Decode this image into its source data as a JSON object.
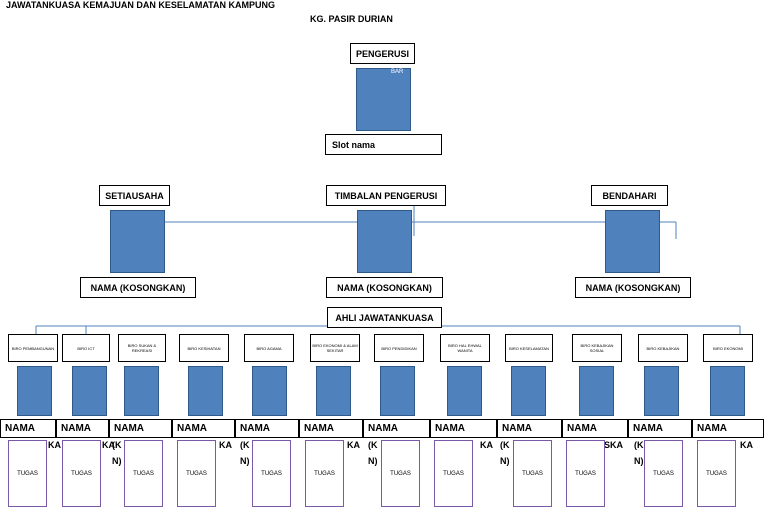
{
  "header": {
    "title": "JAWATANKUASA KEMAJUAN DAN KESELAMATAN KAMPUNG",
    "subtitle": "KG. PASIR DURIAN"
  },
  "top": {
    "pengerusi": "PENGERUSI",
    "bar_text": "BAR",
    "slot_nama": "Slot nama"
  },
  "officers": [
    {
      "role": "SETIAUSAHA",
      "name": "NAMA (KOSONGKAN)"
    },
    {
      "role": "TIMBALAN PENGERUSI",
      "name": "NAMA (KOSONGKAN)"
    },
    {
      "role": "BENDAHARI",
      "name": "NAMA (KOSONGKAN)"
    }
  ],
  "ahli_label": "AHLI JAWATANKUASA",
  "biro": [
    "BIRO PEMBANGUNAN",
    "BIRO ICT",
    "BIRO SUKAN & REKREASI",
    "BIRO KESIHATAN",
    "BIRO AGAMA",
    "BIRO EKONOMI & ALAM SEKITAR",
    "BIRO PENDIDIKAN",
    "BIRO HAL EHWAL WANITA",
    "BIRO KESELAMATAN",
    "BIRO KEBAJIKAN SOSIAL",
    "BIRO KEBAJIKAN",
    "BIRO EKONOMI"
  ],
  "member_name": "NAMA",
  "member_task": "TUGAS",
  "overflow": [
    "KA",
    "KA",
    "(K",
    "KA",
    "(K",
    "KA",
    "(K",
    "KA",
    "(K",
    "(K",
    "SKA",
    "KA",
    "N)",
    "N)",
    "N)",
    "N)",
    "N)"
  ]
}
